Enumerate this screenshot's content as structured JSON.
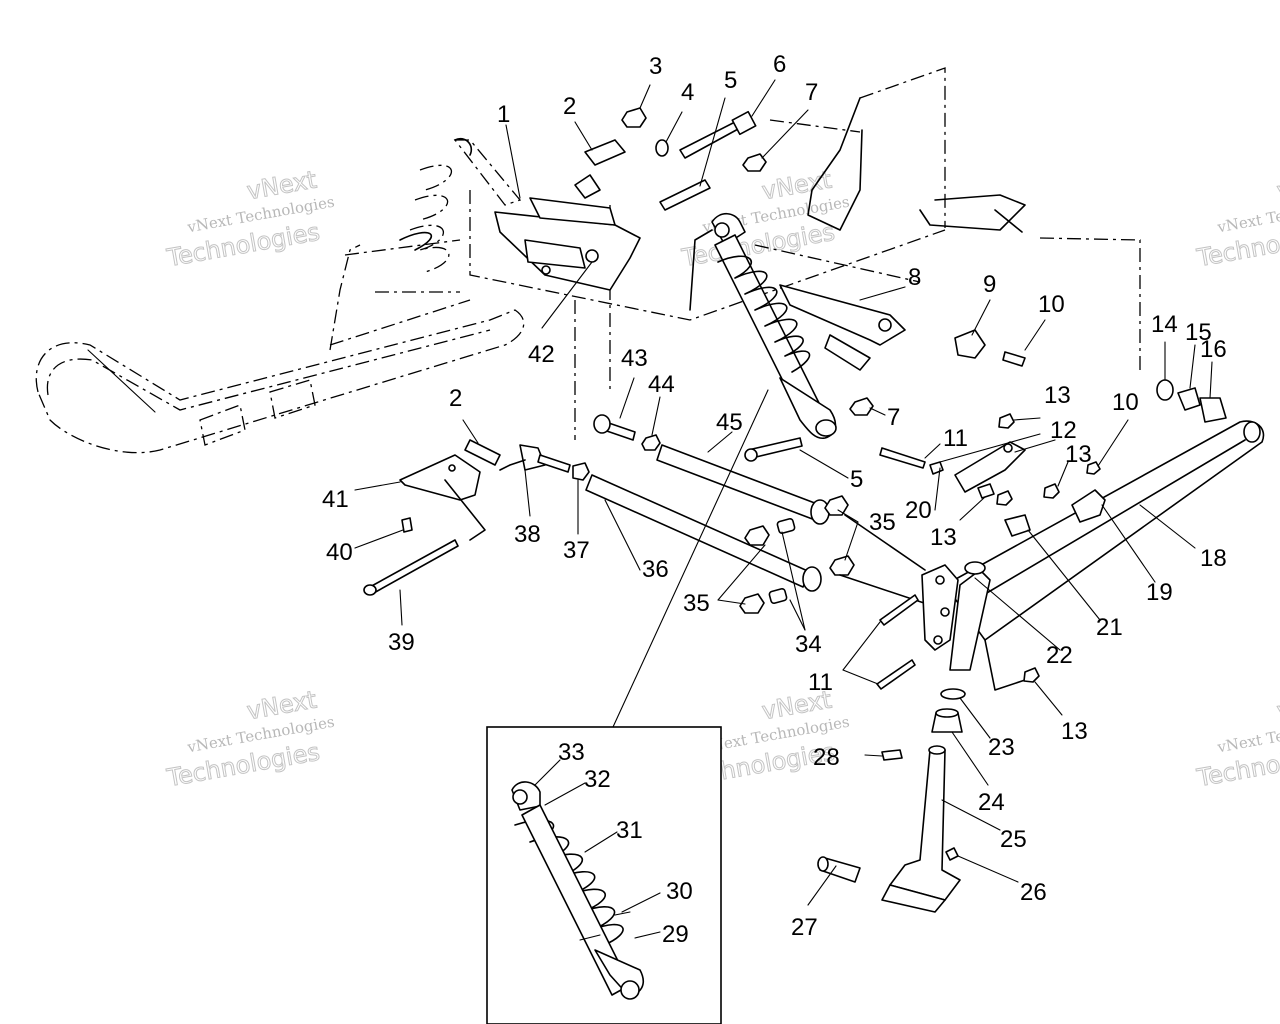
{
  "diagram": {
    "callouts": [
      {
        "label": "1"
      },
      {
        "label": "2"
      },
      {
        "label": "3"
      },
      {
        "label": "4"
      },
      {
        "label": "5"
      },
      {
        "label": "6"
      },
      {
        "label": "7"
      },
      {
        "label": "8"
      },
      {
        "label": "9"
      },
      {
        "label": "10"
      },
      {
        "label": "14"
      },
      {
        "label": "15"
      },
      {
        "label": "16"
      },
      {
        "label": "42"
      },
      {
        "label": "43"
      },
      {
        "label": "44"
      },
      {
        "label": "45"
      },
      {
        "label": "7"
      },
      {
        "label": "5"
      },
      {
        "label": "13"
      },
      {
        "label": "11"
      },
      {
        "label": "12"
      },
      {
        "label": "10"
      },
      {
        "label": "13"
      },
      {
        "label": "2"
      },
      {
        "label": "41"
      },
      {
        "label": "38"
      },
      {
        "label": "37"
      },
      {
        "label": "36"
      },
      {
        "label": "35"
      },
      {
        "label": "20"
      },
      {
        "label": "13"
      },
      {
        "label": "40"
      },
      {
        "label": "35"
      },
      {
        "label": "34"
      },
      {
        "label": "18"
      },
      {
        "label": "19"
      },
      {
        "label": "21"
      },
      {
        "label": "22"
      },
      {
        "label": "39"
      },
      {
        "label": "11"
      },
      {
        "label": "13"
      },
      {
        "label": "23"
      },
      {
        "label": "28"
      },
      {
        "label": "24"
      },
      {
        "label": "25"
      },
      {
        "label": "26"
      },
      {
        "label": "27"
      },
      {
        "label": "33"
      },
      {
        "label": "32"
      },
      {
        "label": "31"
      },
      {
        "label": "30"
      },
      {
        "label": "29"
      }
    ],
    "watermarks": [
      {
        "line1": "vNext",
        "line2": "vNext Technologies",
        "line3": "Technologies"
      },
      {
        "line1": "vNext",
        "line2": "vNext Technologies",
        "line3": "Technologies"
      },
      {
        "line1": "vNext",
        "line2": "vNext Technologies",
        "line3": "Technologies"
      },
      {
        "line1": "vNext",
        "line2": "vNext Technologies",
        "line3": "Technologies"
      },
      {
        "line1": "vNext",
        "line2": "vNext Technologies",
        "line3": "Technologies"
      },
      {
        "line1": "vNext",
        "line2": "vNext Technologies",
        "line3": "Technologies"
      }
    ]
  }
}
